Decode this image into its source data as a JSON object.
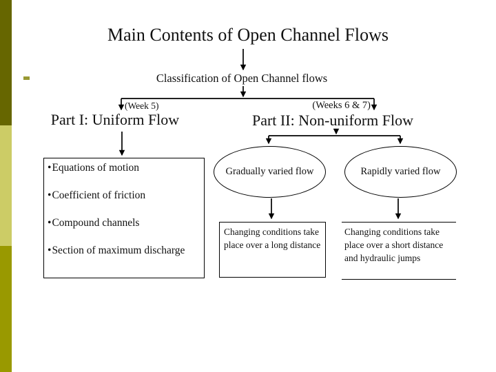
{
  "slide": {
    "title": "Main Contents of Open Channel Flows",
    "flowchart": {
      "root": "Classification of Open Channel flows",
      "left_branch": {
        "week_label": "(Week 5)",
        "heading": "Part I: Uniform Flow",
        "bullet_glyph": "•",
        "topics": [
          "Equations of motion",
          "Coefficient of friction",
          "Compound channels",
          "Section of maximum discharge"
        ]
      },
      "right_branch": {
        "week_label": "(Weeks 6 & 7)",
        "heading": "Part II: Non-uniform Flow",
        "nodes": [
          {
            "label": "Gradually varied flow",
            "note": "Changing conditions take place over a long distance"
          },
          {
            "label": "Rapidly varied flow",
            "note": "Changing conditions take place over a short distance and hydraulic jumps"
          }
        ]
      }
    }
  },
  "colors": {
    "background": "#ffffff",
    "sidebar_dark": "#666600",
    "sidebar_light": "#cccc66",
    "sidebar_olive": "#999900",
    "dash": "#999933",
    "line": "#000000",
    "text": "#111111"
  }
}
